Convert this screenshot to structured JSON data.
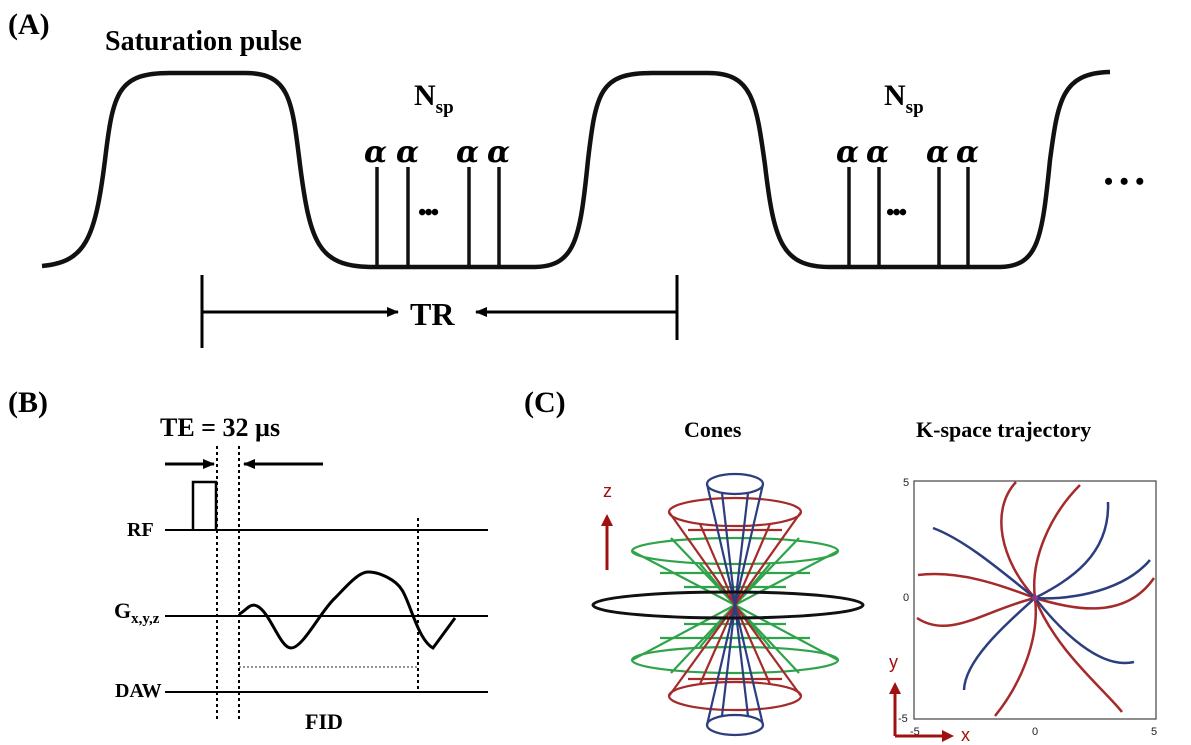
{
  "panel_a": {
    "label": "(A)",
    "title": "Saturation pulse",
    "nsp_main": "N",
    "nsp_sub": "sp",
    "alpha": "α",
    "dots": "•••",
    "tr": "TR",
    "trailing_dots": "• • •"
  },
  "panel_b": {
    "label": "(B)",
    "te": "TE = 32 µs",
    "rf": "RF",
    "grad_main": "G",
    "grad_sub": "x,y,z",
    "daw": "DAW",
    "fid": "FID"
  },
  "panel_c": {
    "label": "(C)",
    "cones_title": "Cones",
    "kspace_title": "K-space trajectory",
    "z_axis": "z",
    "x_axis": "x",
    "y_axis": "y",
    "ticks": [
      "5",
      "0",
      "-5",
      "-5",
      "0",
      "5"
    ]
  },
  "colors": {
    "red": "#a52a2a",
    "blue": "#2c3e7e",
    "green": "#2ea34a",
    "black": "#111111",
    "axis_red": "#a01010"
  }
}
